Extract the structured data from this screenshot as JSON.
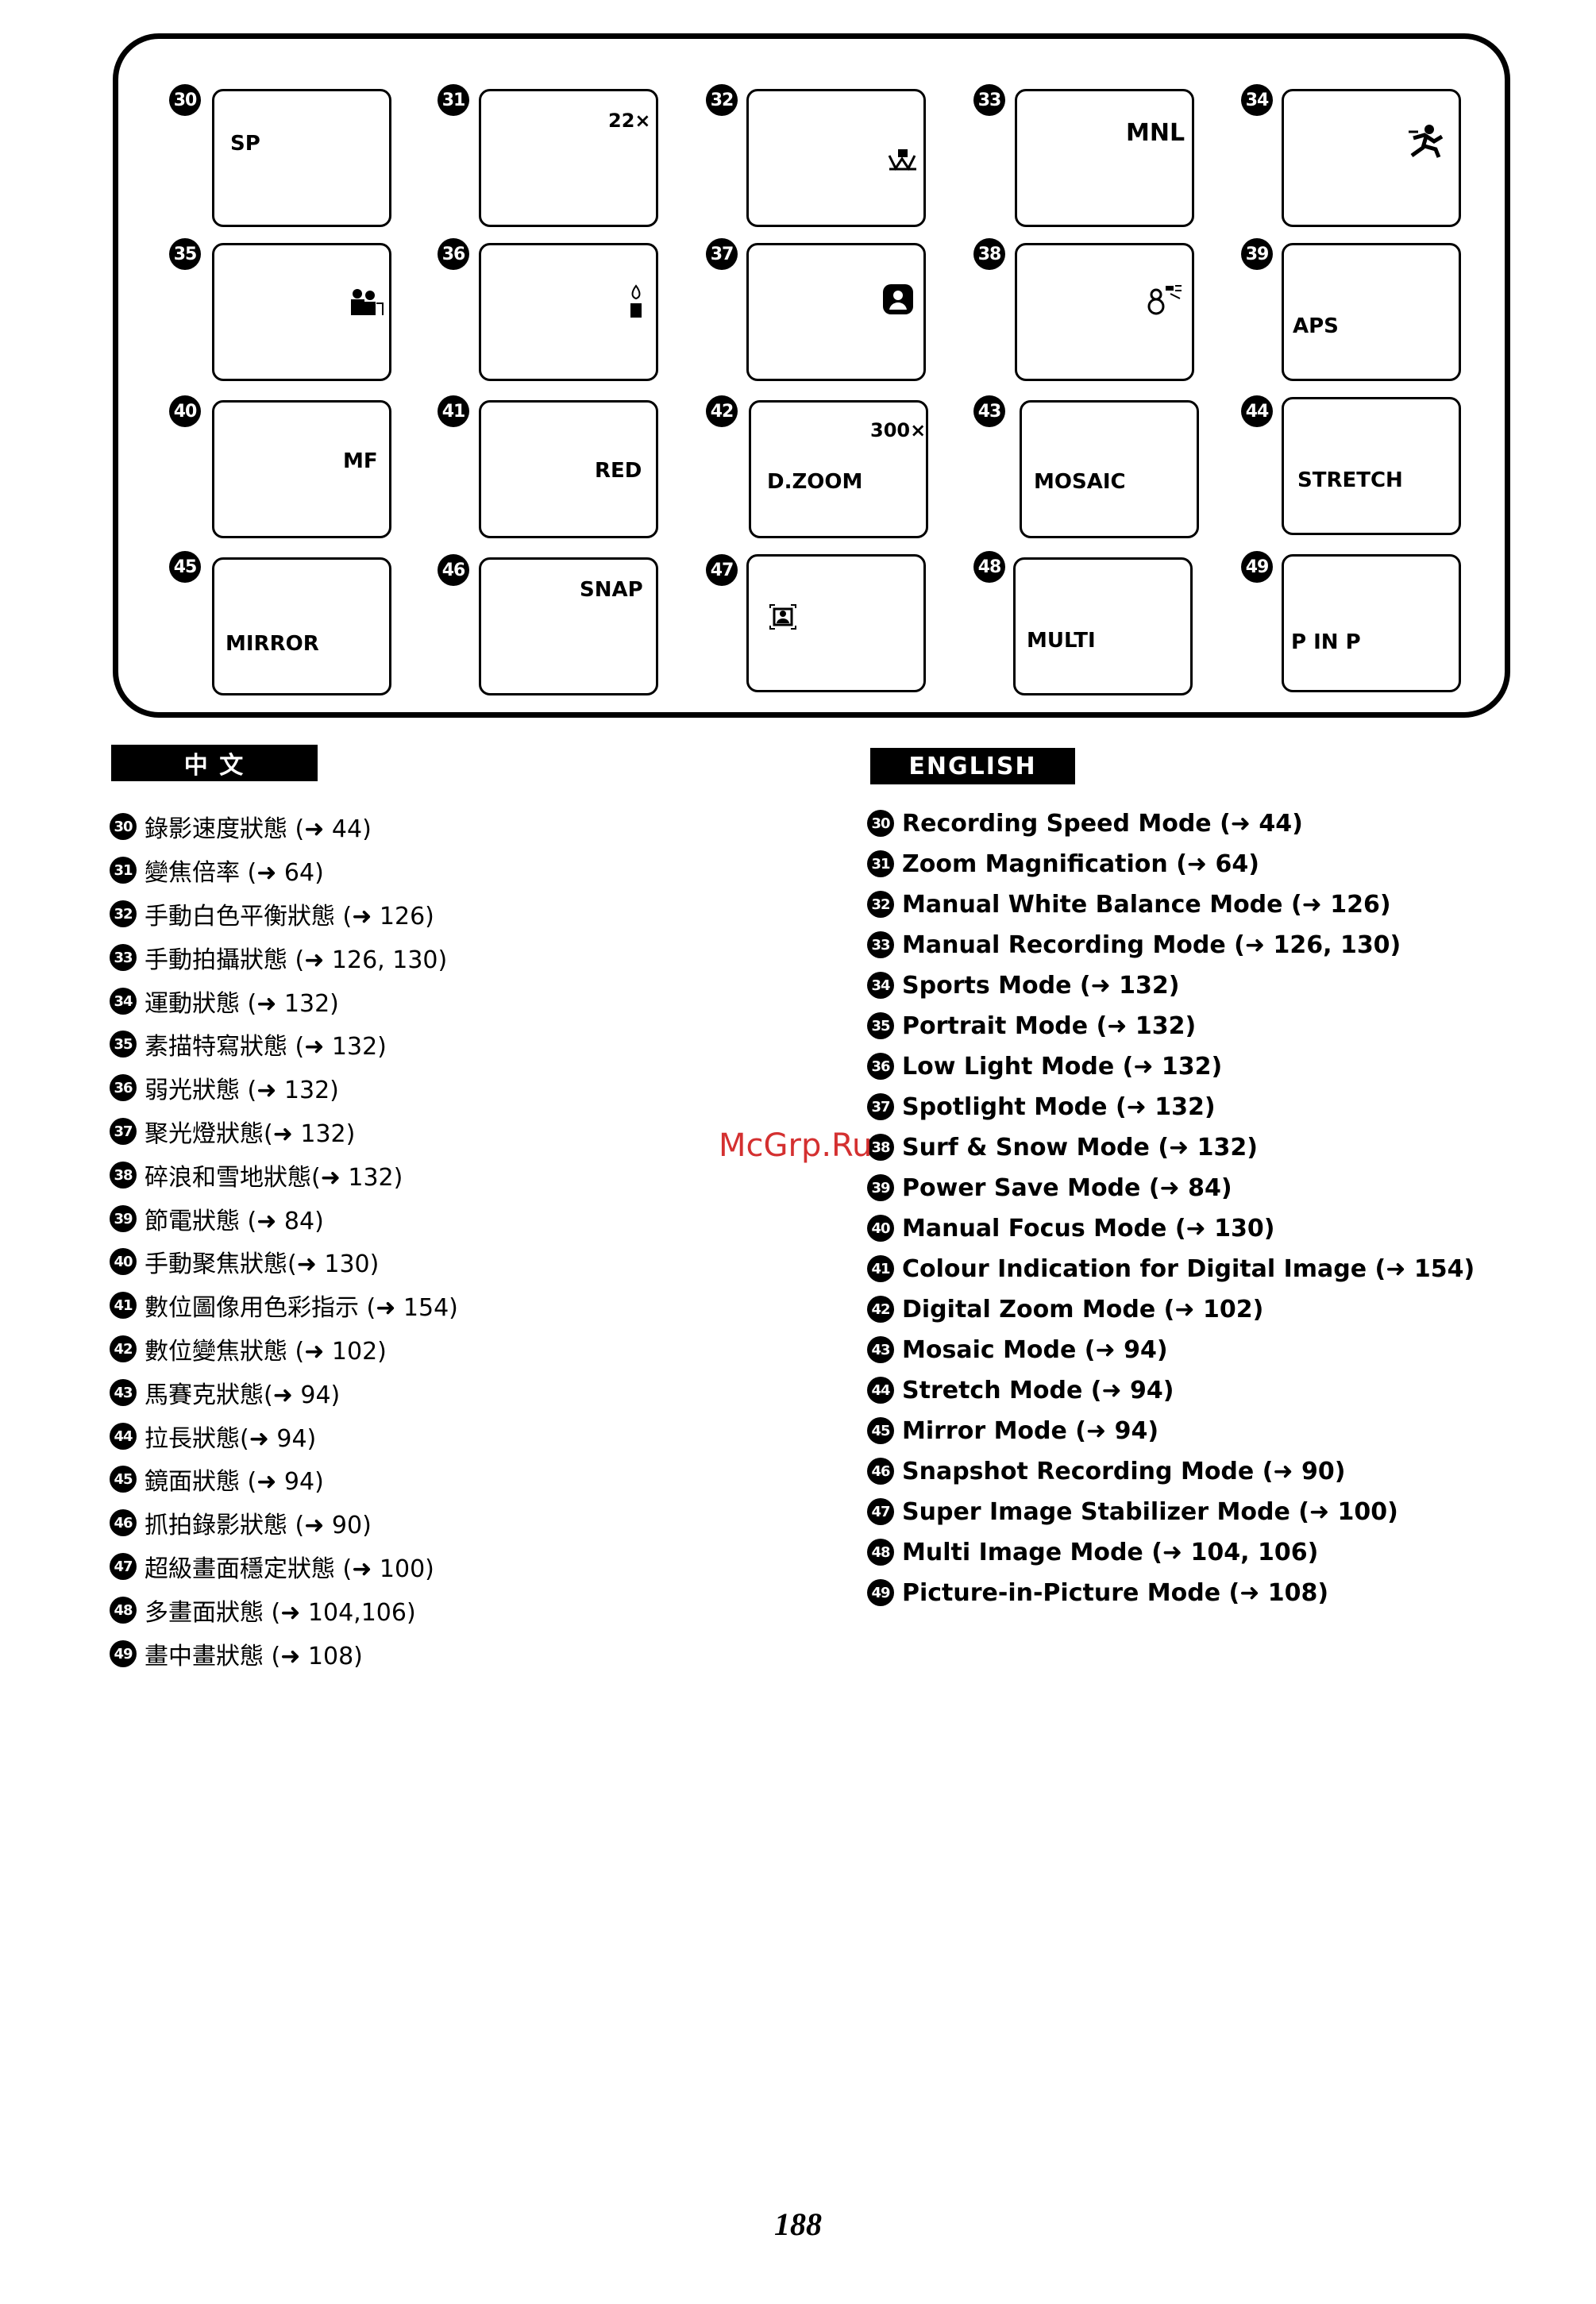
{
  "panel": {
    "cells": [
      {
        "num": "30",
        "text": "SP",
        "icon": ""
      },
      {
        "num": "31",
        "text": "22×",
        "icon": ""
      },
      {
        "num": "32",
        "text": "",
        "icon": "white-balance-icon"
      },
      {
        "num": "33",
        "text": "MNL",
        "icon": ""
      },
      {
        "num": "34",
        "text": "",
        "icon": "sports-icon"
      },
      {
        "num": "35",
        "text": "",
        "icon": "portrait-icon"
      },
      {
        "num": "36",
        "text": "",
        "icon": "low-light-candle-icon"
      },
      {
        "num": "37",
        "text": "",
        "icon": "spotlight-icon"
      },
      {
        "num": "38",
        "text": "",
        "icon": "surf-snow-icon"
      },
      {
        "num": "39",
        "text": "APS",
        "icon": ""
      },
      {
        "num": "40",
        "text": "MF",
        "icon": ""
      },
      {
        "num": "41",
        "text": "RED",
        "icon": ""
      },
      {
        "num": "42",
        "text": "D.ZOOM",
        "icon": "",
        "extra": "300×"
      },
      {
        "num": "43",
        "text": "MOSAIC",
        "icon": ""
      },
      {
        "num": "44",
        "text": "STRETCH",
        "icon": ""
      },
      {
        "num": "45",
        "text": "MIRROR",
        "icon": ""
      },
      {
        "num": "46",
        "text": "SNAP",
        "icon": ""
      },
      {
        "num": "47",
        "text": "",
        "icon": "image-stabilizer-icon"
      },
      {
        "num": "48",
        "text": "MULTI",
        "icon": ""
      },
      {
        "num": "49",
        "text": "P IN P",
        "icon": ""
      }
    ]
  },
  "chinese": {
    "heading": "中 文",
    "items": [
      {
        "num": "30",
        "text": "錄影速度狀態 (➜ 44)"
      },
      {
        "num": "31",
        "text": "變焦倍率 (➜ 64)"
      },
      {
        "num": "32",
        "text": "手動白色平衡狀態 (➜ 126)"
      },
      {
        "num": "33",
        "text": "手動拍攝狀態 (➜ 126, 130)"
      },
      {
        "num": "34",
        "text": "運動狀態 (➜ 132)"
      },
      {
        "num": "35",
        "text": "素描特寫狀態 (➜ 132)"
      },
      {
        "num": "36",
        "text": "弱光狀態 (➜ 132)"
      },
      {
        "num": "37",
        "text": "聚光燈狀態(➜ 132)"
      },
      {
        "num": "38",
        "text": "碎浪和雪地狀態(➜ 132)"
      },
      {
        "num": "39",
        "text": "節電狀態 (➜ 84)"
      },
      {
        "num": "40",
        "text": "手動聚焦狀態(➜ 130)"
      },
      {
        "num": "41",
        "text": "數位圖像用色彩指示 (➜ 154)"
      },
      {
        "num": "42",
        "text": "數位變焦狀態 (➜ 102)"
      },
      {
        "num": "43",
        "text": "馬賽克狀態(➜ 94)"
      },
      {
        "num": "44",
        "text": "拉長狀態(➜ 94)"
      },
      {
        "num": "45",
        "text": "鏡面狀態 (➜ 94)"
      },
      {
        "num": "46",
        "text": "抓拍錄影狀態 (➜ 90)"
      },
      {
        "num": "47",
        "text": "超級畫面穩定狀態 (➜ 100)"
      },
      {
        "num": "48",
        "text": "多畫面狀態 (➜ 104,106)"
      },
      {
        "num": "49",
        "text": "畫中畫狀態 (➜ 108)"
      }
    ]
  },
  "english": {
    "heading": "ENGLISH",
    "items": [
      {
        "num": "30",
        "text": "Recording Speed Mode (➜ 44)"
      },
      {
        "num": "31",
        "text": "Zoom Magnification (➜ 64)"
      },
      {
        "num": "32",
        "text": "Manual White Balance Mode (➜ 126)"
      },
      {
        "num": "33",
        "text": "Manual Recording Mode (➜ 126, 130)"
      },
      {
        "num": "34",
        "text": "Sports Mode (➜ 132)"
      },
      {
        "num": "35",
        "text": "Portrait Mode (➜ 132)"
      },
      {
        "num": "36",
        "text": "Low Light Mode (➜ 132)"
      },
      {
        "num": "37",
        "text": "Spotlight Mode (➜ 132)"
      },
      {
        "num": "38",
        "text": "Surf & Snow Mode (➜ 132)"
      },
      {
        "num": "39",
        "text": "Power Save Mode (➜ 84)"
      },
      {
        "num": "40",
        "text": "Manual Focus Mode (➜ 130)"
      },
      {
        "num": "41",
        "text": "Colour Indication for Digital Image (➜ 154)"
      },
      {
        "num": "42",
        "text": "Digital Zoom Mode (➜ 102)"
      },
      {
        "num": "43",
        "text": "Mosaic Mode (➜ 94)"
      },
      {
        "num": "44",
        "text": "Stretch Mode (➜ 94)"
      },
      {
        "num": "45",
        "text": "Mirror Mode (➜ 94)"
      },
      {
        "num": "46",
        "text": "Snapshot Recording Mode (➜ 90)"
      },
      {
        "num": "47",
        "text": "Super Image Stabilizer Mode (➜ 100)"
      },
      {
        "num": "48",
        "text": "Multi Image Mode (➜ 104, 106)"
      },
      {
        "num": "49",
        "text": "Picture-in-Picture Mode (➜ 108)"
      }
    ]
  },
  "watermark": "McGrp.Ru",
  "page_number": "188"
}
